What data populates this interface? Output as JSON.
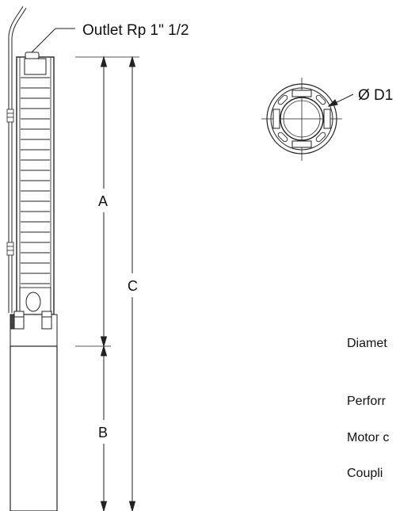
{
  "labels": {
    "outlet": "Outlet Rp 1\" 1/2",
    "dim_a": "A",
    "dim_b": "B",
    "dim_c": "C",
    "diameter": "Ø D1"
  },
  "spec_list": [
    "Diamet",
    "Perforr",
    "Motor c",
    "Coupli"
  ]
}
